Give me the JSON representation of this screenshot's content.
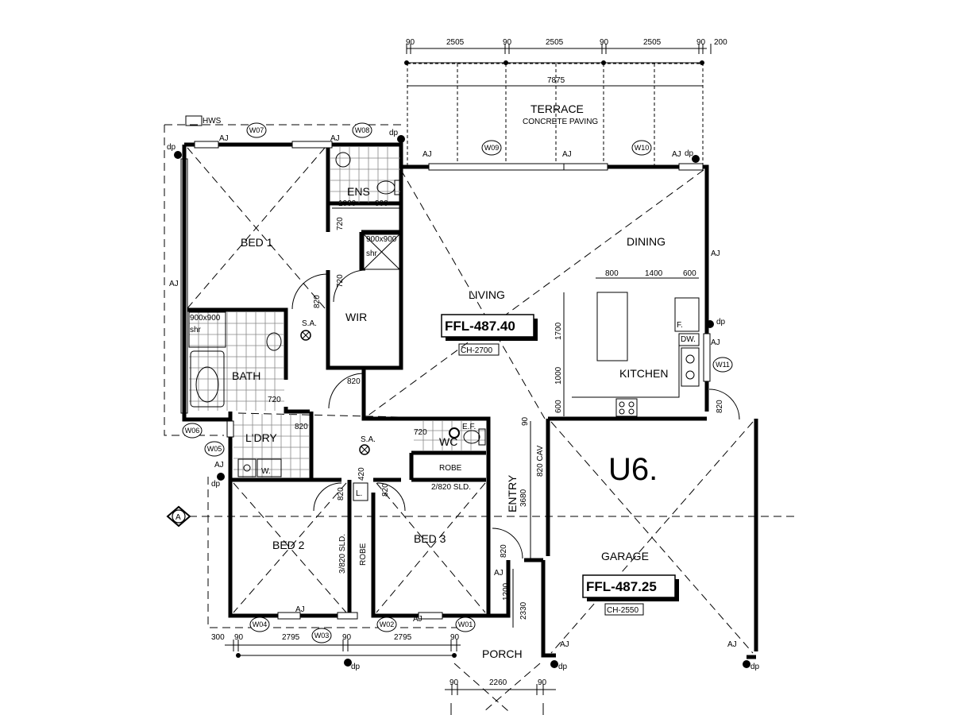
{
  "rooms": {
    "bed1": "BED 1",
    "ens": "ENS",
    "wir": "WIR",
    "bath": "BATH",
    "ldry": "L'DRY",
    "wc": "WC",
    "living": "LIVING",
    "dining": "DINING",
    "kitchen": "KITCHEN",
    "bed2": "BED 2",
    "bed3": "BED 3",
    "robe": "ROBE",
    "robe_slide": "2/820 SLD.",
    "robe_v": "ROBE",
    "robe_v_slide": "3/820 SLD.",
    "garage": "GARAGE",
    "terrace": "TERRACE",
    "terrace_sub": "CONCRETE PAVING",
    "entry": "ENTRY",
    "porch": "PORCH",
    "unit": "U6."
  },
  "levels": {
    "living_ffl": "FFL-487.40",
    "living_ch": "CH-2700",
    "garage_ffl": "FFL-487.25",
    "garage_ch": "CH-2550"
  },
  "labels": {
    "hws": "HWS",
    "sa1": "S.A.",
    "sa2": "S.A.",
    "shr1": "900x900",
    "shr1b": "shr",
    "shr2": "900x900",
    "shr2b": "shr",
    "ef": "E.F.",
    "f": "F.",
    "dw": "DW.",
    "w": "W.",
    "l": "L.",
    "cav": "820 CAV",
    "grid_a": "A",
    "dp": "dp",
    "aj": "AJ"
  },
  "windows": [
    "W07",
    "W08",
    "W09",
    "W10",
    "W11",
    "W06",
    "W05",
    "W04",
    "W03",
    "W02",
    "W01"
  ],
  "dims": {
    "top_90a": "90",
    "top_2505a": "2505",
    "top_90b": "90",
    "top_2505b": "2505",
    "top_90c": "90",
    "top_2505c": "2505",
    "top_90d": "90",
    "top_200": "200",
    "terrace_7875": "7875",
    "ens_1000": "1000",
    "ens_900": "900",
    "ens_720": "720",
    "wir_720": "720",
    "bed1_820": "820",
    "bath_720": "720",
    "hall_820": "820",
    "ldry_820": "820",
    "wc_720": "720",
    "kit_800": "800",
    "kit_1400": "1400",
    "kit_600": "600",
    "kit_1700": "1700",
    "kit_1000": "1000",
    "kit_600v": "600",
    "gar_820": "820",
    "bed2_820": "820",
    "l_420": "420",
    "bed3_820": "820",
    "entry_3680": "3680",
    "entry_820": "820",
    "entry_90": "90",
    "porch_1200": "1200",
    "porch_2330": "2330",
    "bot_300": "300",
    "bot_90a": "90",
    "bot_2795a": "2795",
    "bot_90b": "90",
    "bot_2795b": "2795",
    "bot_90c": "90",
    "porch_90a": "90",
    "porch_2260": "2260",
    "porch_90b": "90"
  }
}
